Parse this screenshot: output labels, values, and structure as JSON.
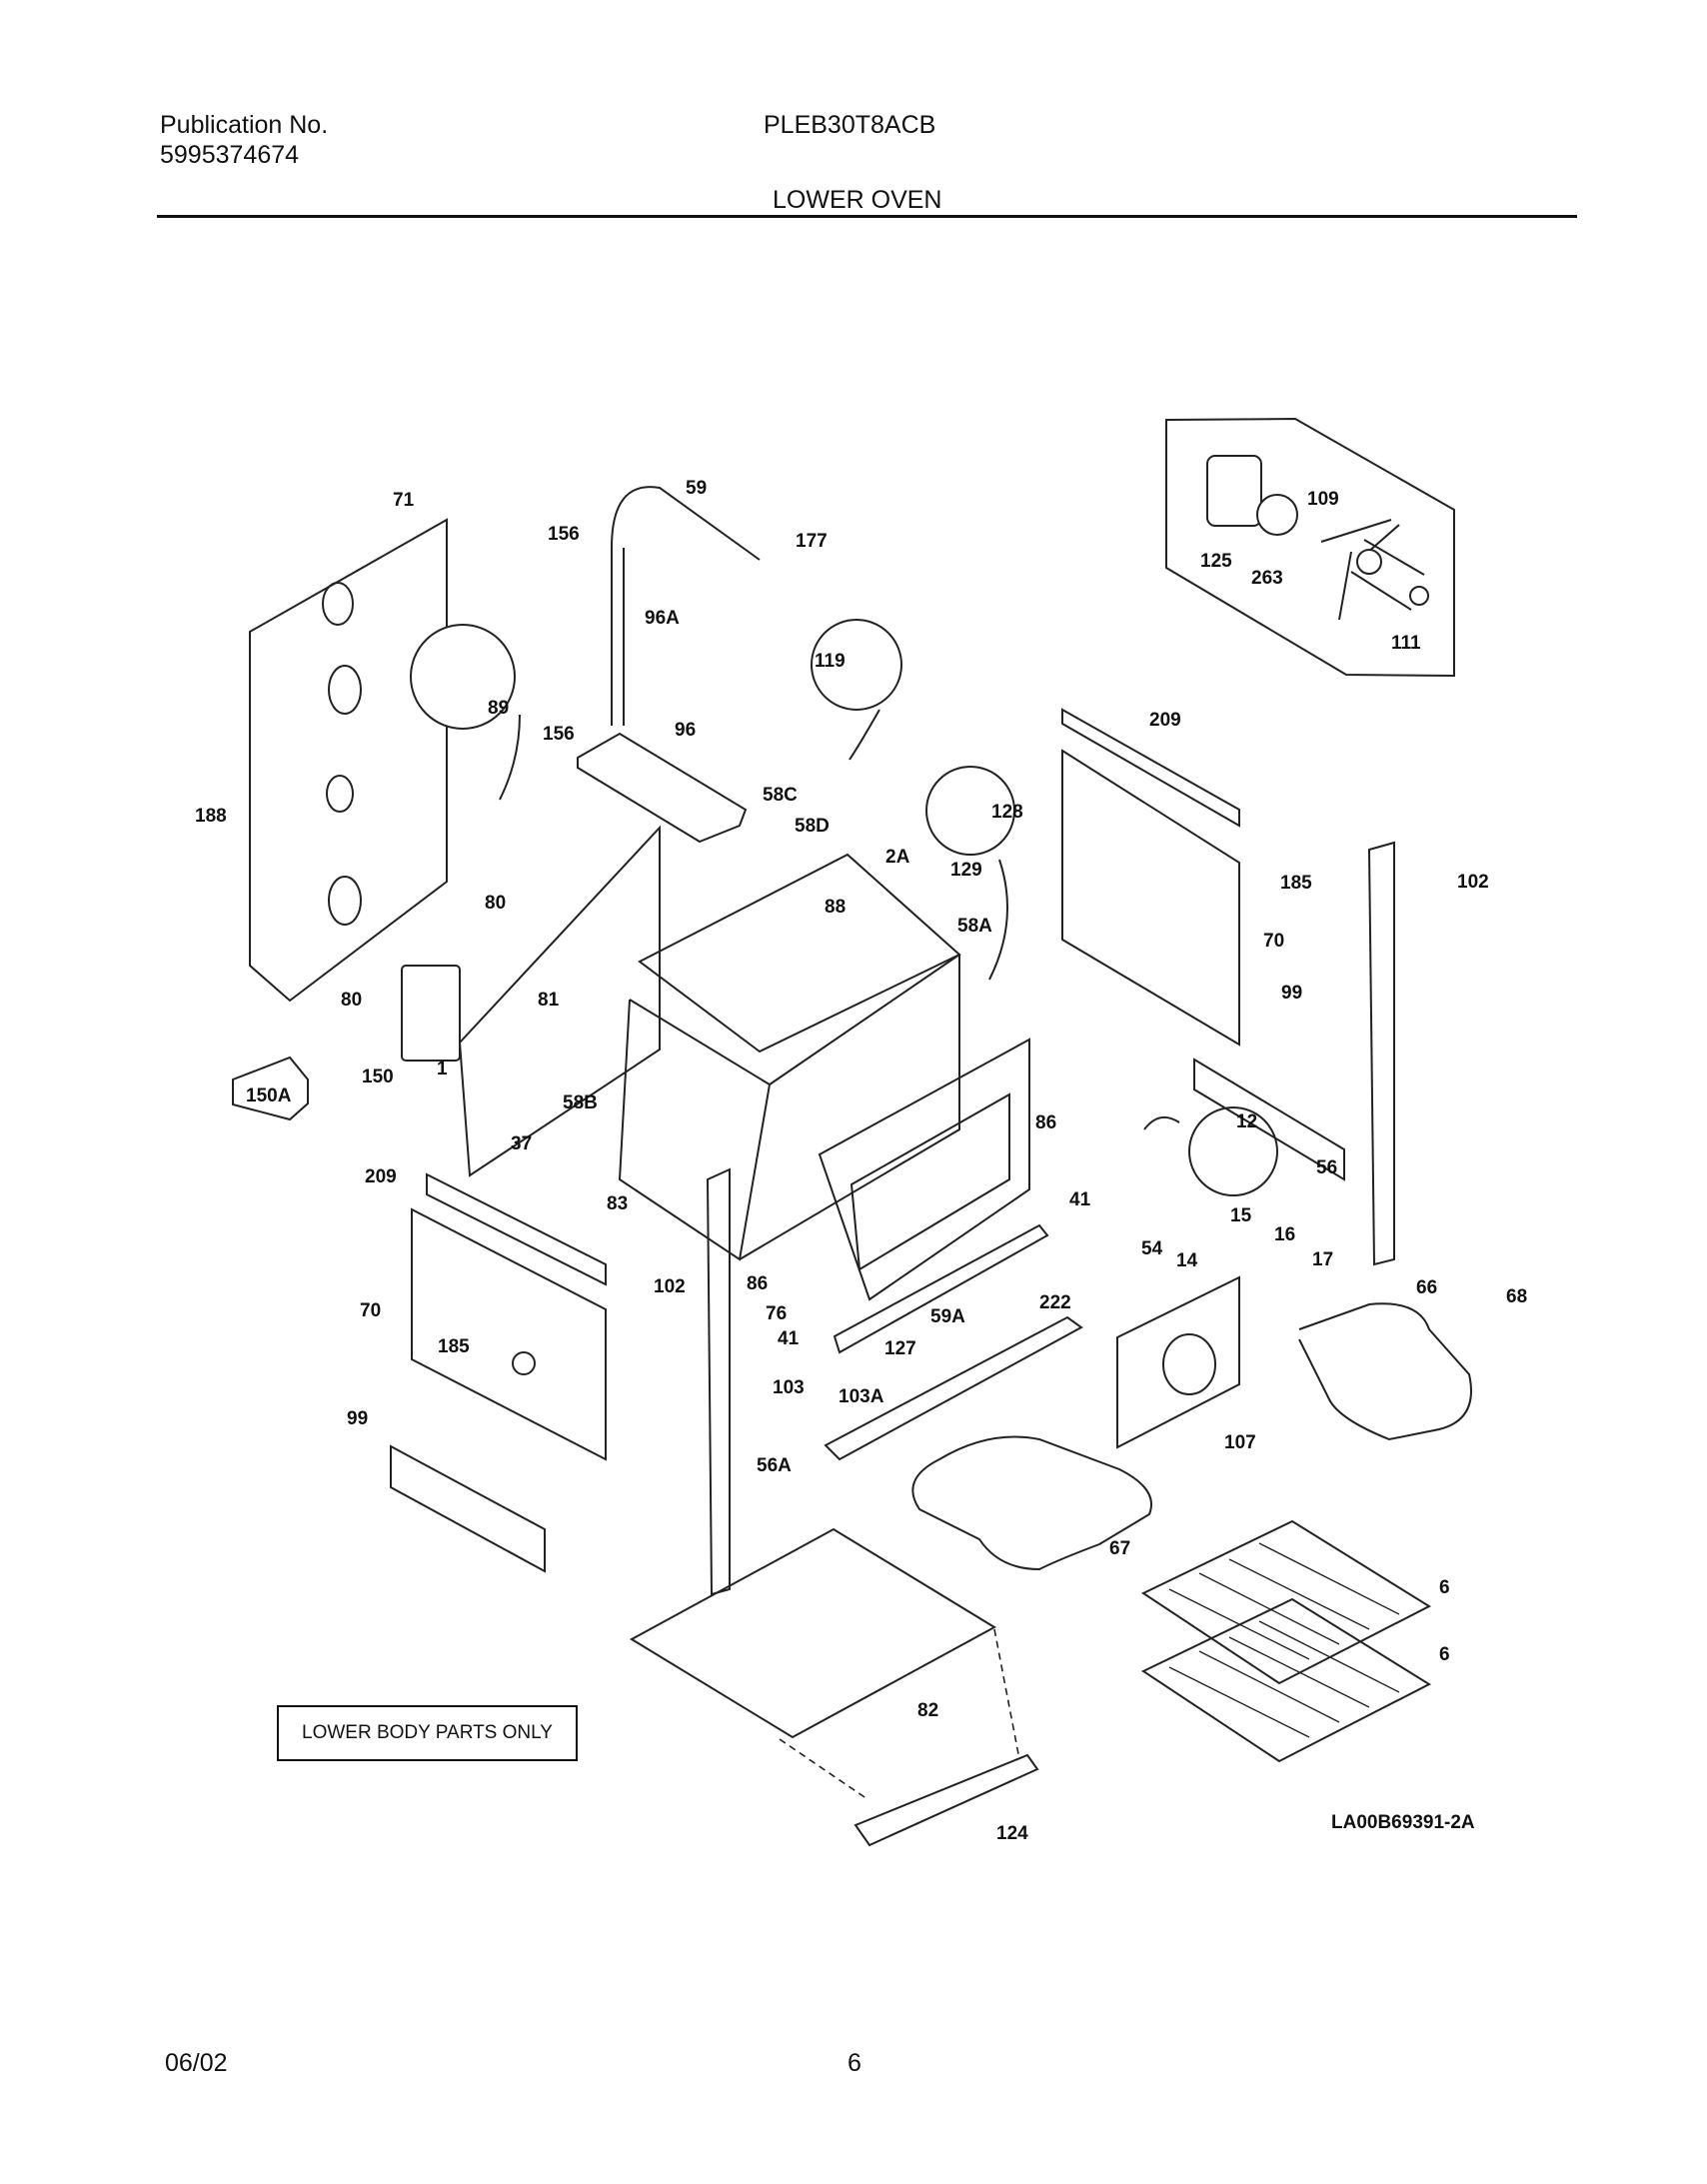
{
  "header": {
    "publication_label": "Publication No.",
    "publication_number": "5995374674",
    "model": "PLEB30T8ACB",
    "section_title": "LOWER OVEN"
  },
  "diagram": {
    "callouts": [
      "71",
      "59",
      "156",
      "177",
      "96A",
      "119",
      "125",
      "109",
      "263",
      "111",
      "89",
      "156",
      "96",
      "188",
      "58C",
      "58D",
      "128",
      "209",
      "129",
      "185",
      "102",
      "80",
      "2A",
      "88",
      "70",
      "58A",
      "80",
      "81",
      "99",
      "150",
      "1",
      "150A",
      "58B",
      "86",
      "12",
      "209",
      "37",
      "83",
      "41",
      "56",
      "54",
      "14",
      "15",
      "16",
      "17",
      "86",
      "102",
      "222",
      "76",
      "59A",
      "66",
      "68",
      "70",
      "41",
      "127",
      "185",
      "103",
      "103A",
      "107",
      "99",
      "56A",
      "67",
      "6",
      "6",
      "82",
      "124"
    ],
    "note": "LOWER BODY PARTS ONLY",
    "code": "LA00B69391-2A"
  },
  "footer": {
    "date": "06/02",
    "page": "6"
  }
}
